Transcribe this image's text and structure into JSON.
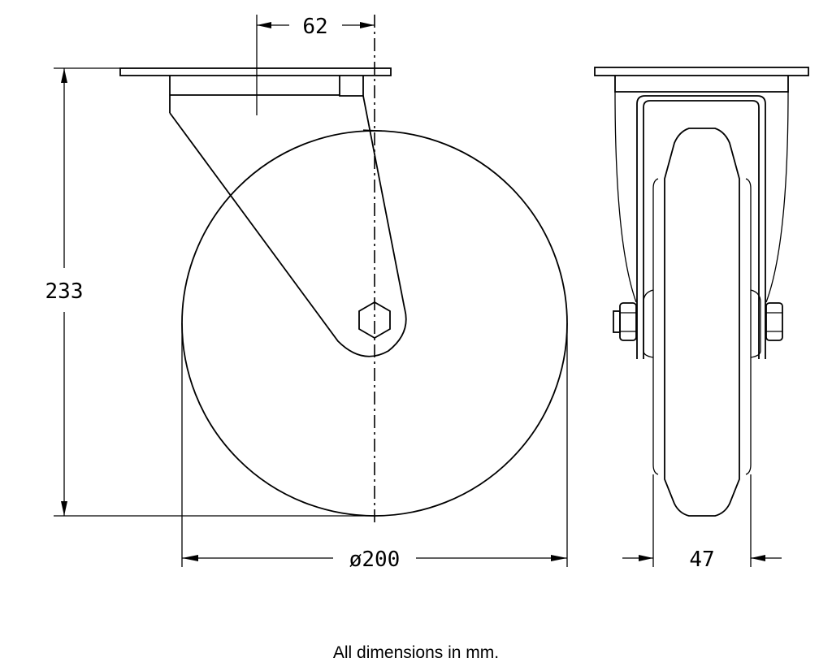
{
  "drawing": {
    "title": "Swivel castor dimensional drawing",
    "views": [
      "front-view",
      "side-view"
    ],
    "units": "mm"
  },
  "dimensions": {
    "offset": {
      "label": "62",
      "value": 62,
      "description": "swivel offset"
    },
    "height": {
      "label": "233",
      "value": 233,
      "description": "overall height"
    },
    "wheel_diameter": {
      "label": "ø200",
      "value": 200,
      "description": "wheel diameter"
    },
    "wheel_width": {
      "label": "47",
      "value": 47,
      "description": "wheel width"
    }
  },
  "footer": {
    "note": "All dimensions in mm."
  },
  "colors": {
    "line": "#000000",
    "background": "#ffffff"
  }
}
